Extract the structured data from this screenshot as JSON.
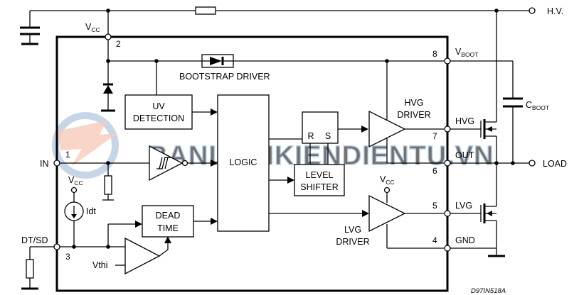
{
  "labels": {
    "hv": "H.V.",
    "vcc_top": "V",
    "vcc_top_sub": "CC",
    "vboot": "V",
    "vboot_sub": "BOOT",
    "cboot": "C",
    "cboot_sub": "BOOT",
    "bootstrap_driver": "BOOTSTRAP DRIVER",
    "uv_detection_1": "UV",
    "uv_detection_2": "DETECTION",
    "logic": "LOGIC",
    "r": "R",
    "s": "S",
    "level_shifter_1": "LEVEL",
    "level_shifter_2": "SHIFTER",
    "hvg_driver_1": "HVG",
    "hvg_driver_2": "DRIVER",
    "lvg_driver_1": "LVG",
    "lvg_driver_2": "DRIVER",
    "vcc_mid": "V",
    "vcc_mid_sub": "CC",
    "vcc_left": "V",
    "vcc_left_sub": "CC",
    "idt": "Idt",
    "dead_time_1": "DEAD",
    "dead_time_2": "TIME",
    "vthi": "Vthi",
    "in": "IN",
    "dtsd": "DT/SD",
    "load": "LOAD",
    "hvg": "HVG",
    "out": "OUT",
    "lvg": "LVG",
    "gnd": "GND",
    "figure_code": "D97IN518A"
  },
  "pins": {
    "p1": "1",
    "p2": "2",
    "p3": "3",
    "p4": "4",
    "p5": "5",
    "p6": "6",
    "p7": "7",
    "p8": "8"
  },
  "watermark": {
    "text": "BANLINHKIENDIENTU.VN"
  }
}
